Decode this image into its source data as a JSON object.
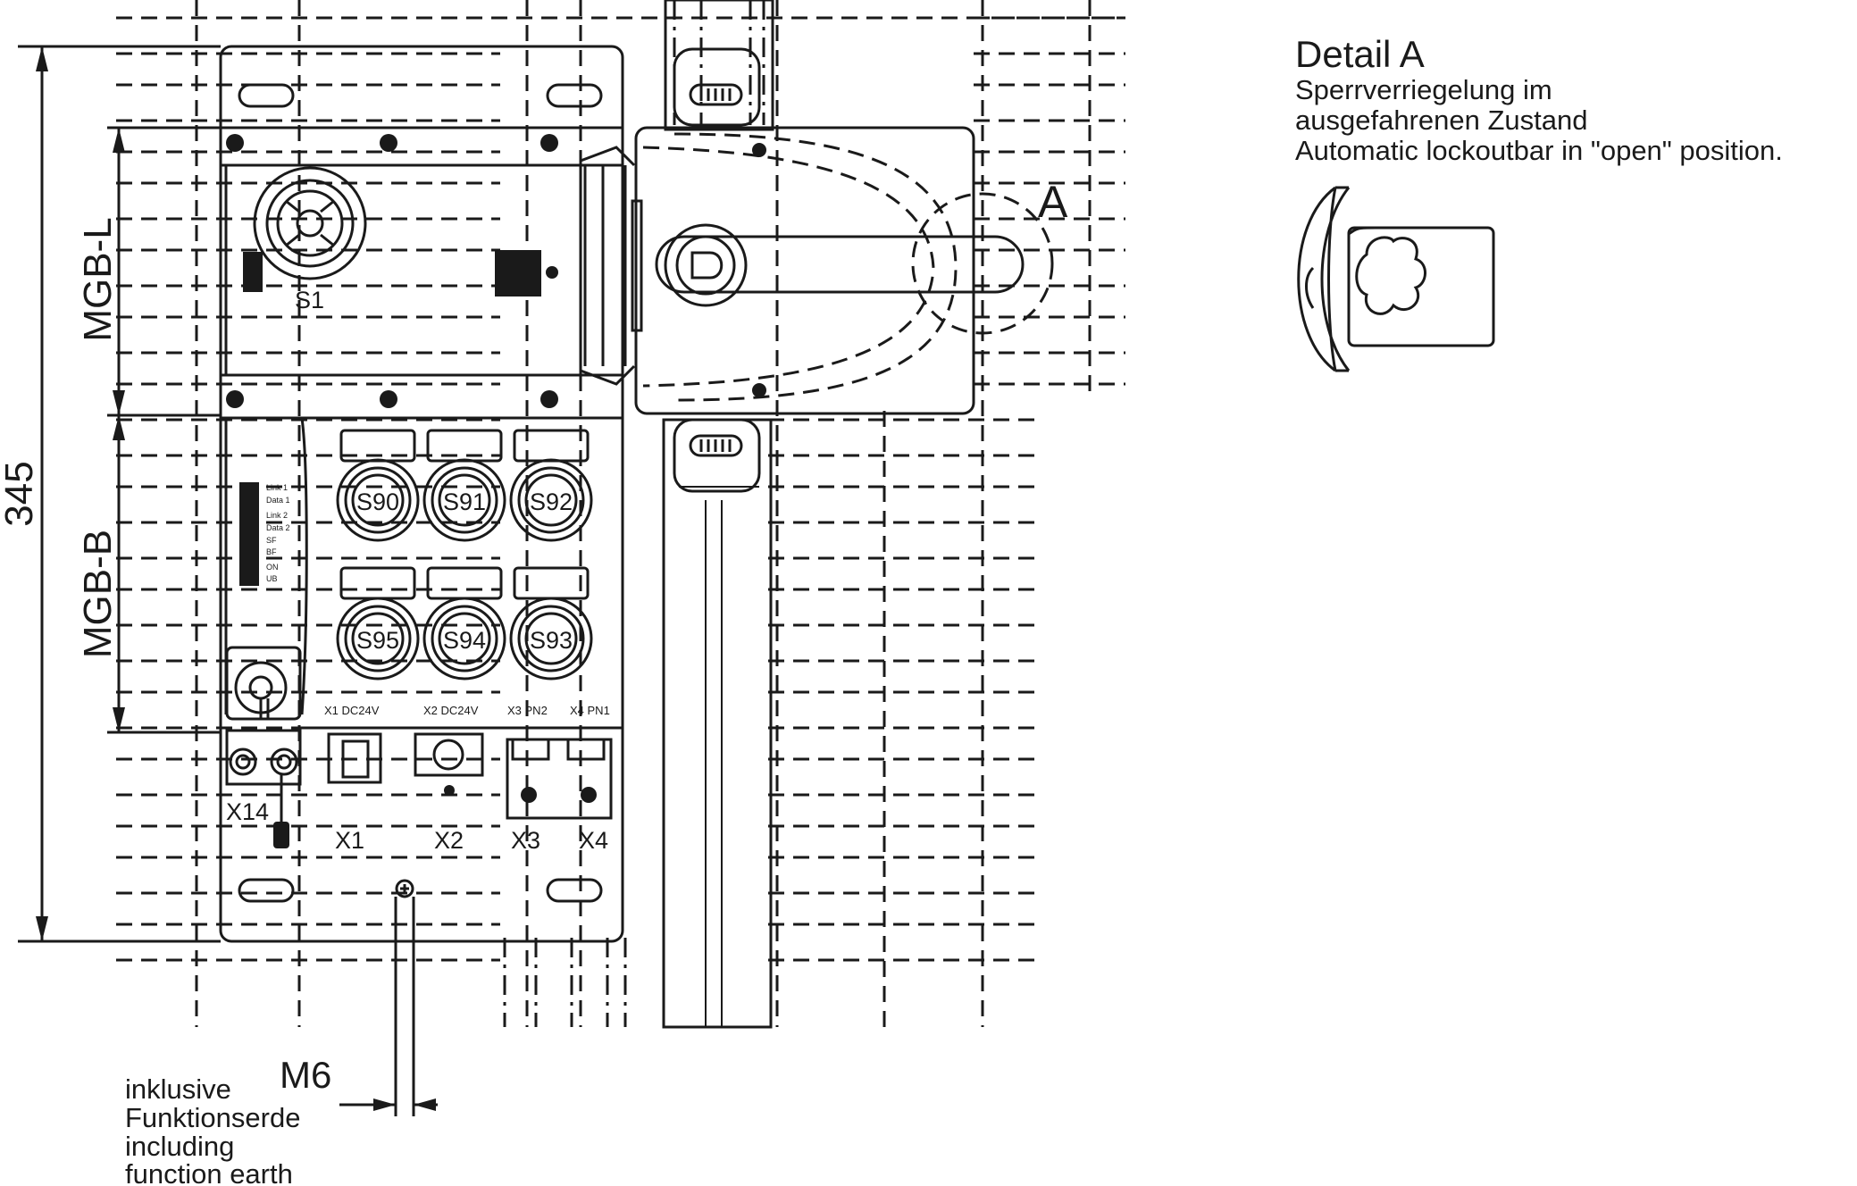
{
  "detail": {
    "title": "Detail A",
    "line1": "Sperrverriegelung im",
    "line2": "ausgefahrenen Zustand",
    "line3": "Automatic lockoutbar in \"open\" position."
  },
  "callout_a": "A",
  "dimensions": {
    "overall": "345",
    "mgb_l": "MGB-L",
    "mgb_b": "MGB-B",
    "thread": "M6"
  },
  "labels": {
    "s1": "S1",
    "x14": "X14",
    "x1": "X1",
    "x2": "X2",
    "x3": "X3",
    "x4": "X4"
  },
  "buttons_top": [
    "S90",
    "S91",
    "S92"
  ],
  "buttons_bottom": [
    "S95",
    "S94",
    "S93"
  ],
  "ports": [
    "X1 DC24V",
    "X2 DC24V",
    "X3 PN2",
    "X4 PN1"
  ],
  "leds": [
    "Link 1",
    "Data 1",
    "Link 2",
    "Data 2",
    "SF",
    "BF",
    "ON",
    "UB"
  ],
  "earth_note": {
    "line1": "inklusive",
    "line2": "Funktionserde",
    "line3": "including",
    "line4": "function earth"
  }
}
